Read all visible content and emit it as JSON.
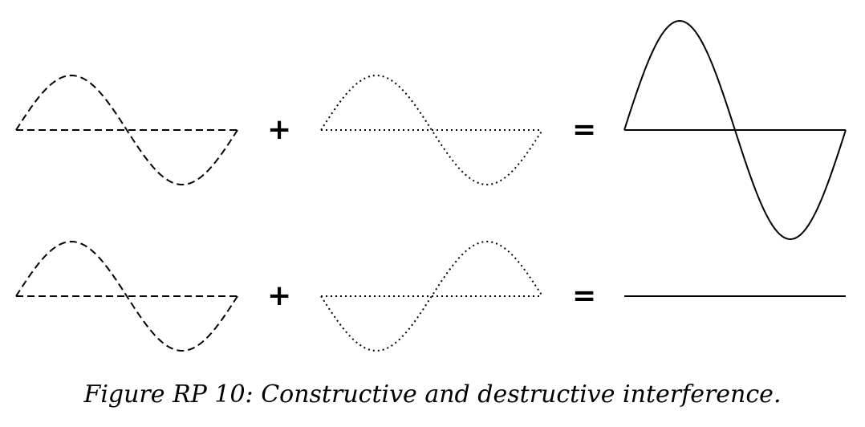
{
  "rows": [
    {
      "name": "constructive",
      "wave_a": {
        "phase": 0,
        "style": "dashed"
      },
      "wave_b": {
        "phase": 0,
        "style": "dotted"
      },
      "result": {
        "relative_amplitude": 2
      },
      "plus": "+",
      "equals": "="
    },
    {
      "name": "destructive",
      "wave_a": {
        "phase": 0,
        "style": "dashed"
      },
      "wave_b": {
        "phase": 180,
        "style": "dotted"
      },
      "result": {
        "relative_amplitude": 0
      },
      "plus": "+",
      "equals": "="
    }
  ],
  "caption": "Figure RP 10: Constructive and destructive interference."
}
